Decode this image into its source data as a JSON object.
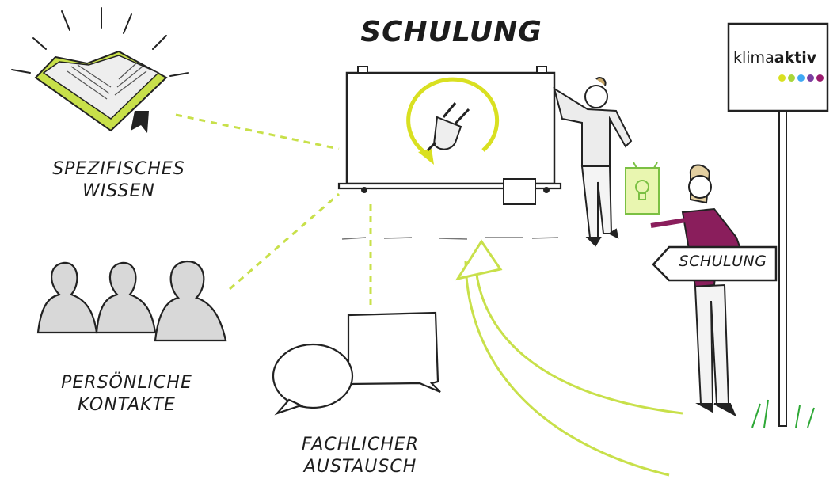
{
  "title": "SCHULUNG",
  "labels": {
    "wissen": "SPEZIFISCHES WISSEN",
    "kontakte": "PERSÖNLICHE KONTAKTE",
    "austausch": "FACHLICHER AUSTAUSCH"
  },
  "signpost": {
    "text": "SCHULUNG"
  },
  "logo": {
    "prefix": "klima",
    "bold": "aktiv",
    "dot_colors": [
      "#d9e021",
      "#a8d63a",
      "#3fa9f5",
      "#7b3fa0",
      "#9b1b6e"
    ]
  },
  "colors": {
    "accent_green": "#c8e04a",
    "shirt_purple": "#8a1e5c",
    "ink": "#1c1c1c"
  },
  "icons": [
    "book-icon",
    "people-icon",
    "speech-bubbles-icon",
    "plug-icon",
    "lightbulb-book-icon",
    "signpost-icon"
  ]
}
